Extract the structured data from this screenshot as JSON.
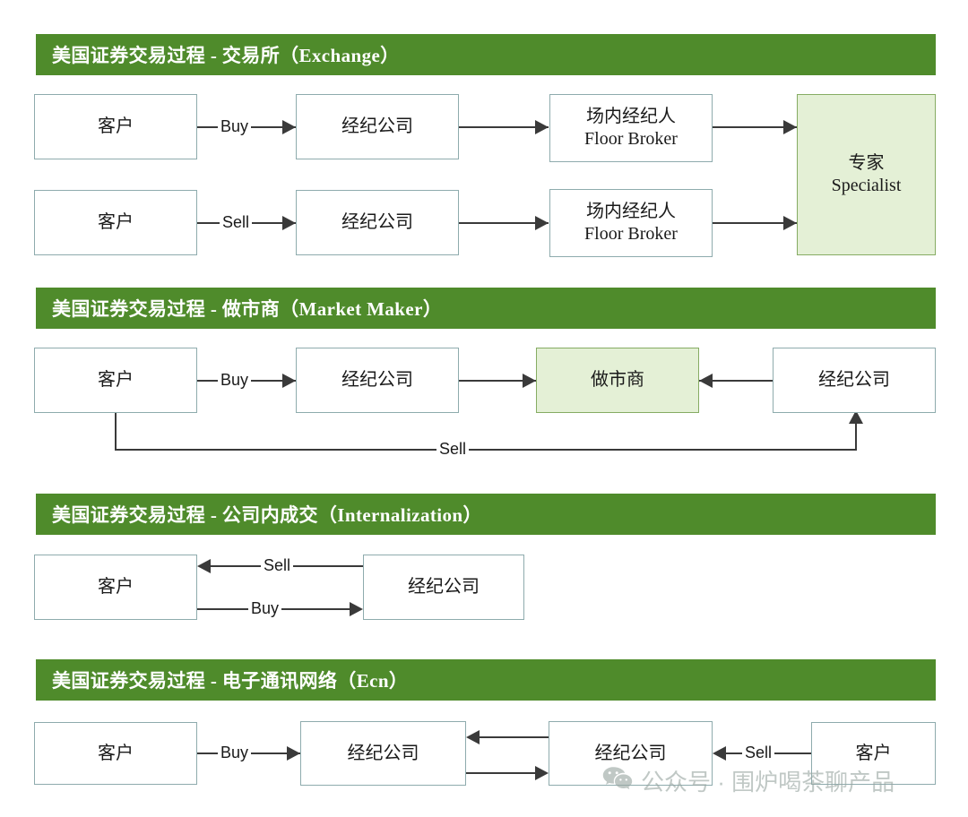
{
  "theme": {
    "bar_green": "#4f8b2b",
    "box_border": "#8eabad",
    "box_fill": "#ffffff",
    "highlight_fill": "#e4f0d6",
    "highlight_border": "#86ac63",
    "line": "#3a3a3a",
    "title_text": "#ffffff"
  },
  "sections": [
    {
      "id": "exchange",
      "title": "美国证券交易过程 - 交易所（Exchange）",
      "nodes": {
        "customer_buy": "客户",
        "broker_buy": "经纪公司",
        "floor_broker_buy_cn": "场内经纪人",
        "floor_broker_buy_en": "Floor Broker",
        "customer_sell": "客户",
        "broker_sell": "经纪公司",
        "floor_broker_sell_cn": "场内经纪人",
        "floor_broker_sell_en": "Floor Broker",
        "specialist_cn": "专家",
        "specialist_en": "Specialist"
      },
      "edges": {
        "buy": "Buy",
        "sell": "Sell"
      }
    },
    {
      "id": "market-maker",
      "title": "美国证券交易过程 - 做市商（Market Maker）",
      "nodes": {
        "customer": "客户",
        "broker_left": "经纪公司",
        "market_maker": "做市商",
        "broker_right": "经纪公司"
      },
      "edges": {
        "buy": "Buy",
        "sell": "Sell"
      }
    },
    {
      "id": "internalization",
      "title": "美国证券交易过程 -  公司内成交（Internalization）",
      "nodes": {
        "customer": "客户",
        "broker": "经纪公司"
      },
      "edges": {
        "sell": "Sell",
        "buy": "Buy"
      }
    },
    {
      "id": "ecn",
      "title": "美国证券交易过程 - 电子通讯网络（Ecn）",
      "nodes": {
        "customer_left": "客户",
        "broker_left": "经纪公司",
        "broker_right": "经纪公司",
        "customer_right": "客户"
      },
      "edges": {
        "buy": "Buy",
        "sell": "Sell"
      }
    }
  ],
  "watermark": {
    "icon": "wechat-icon",
    "text": "公众号 · 围炉喝茶聊产品"
  }
}
